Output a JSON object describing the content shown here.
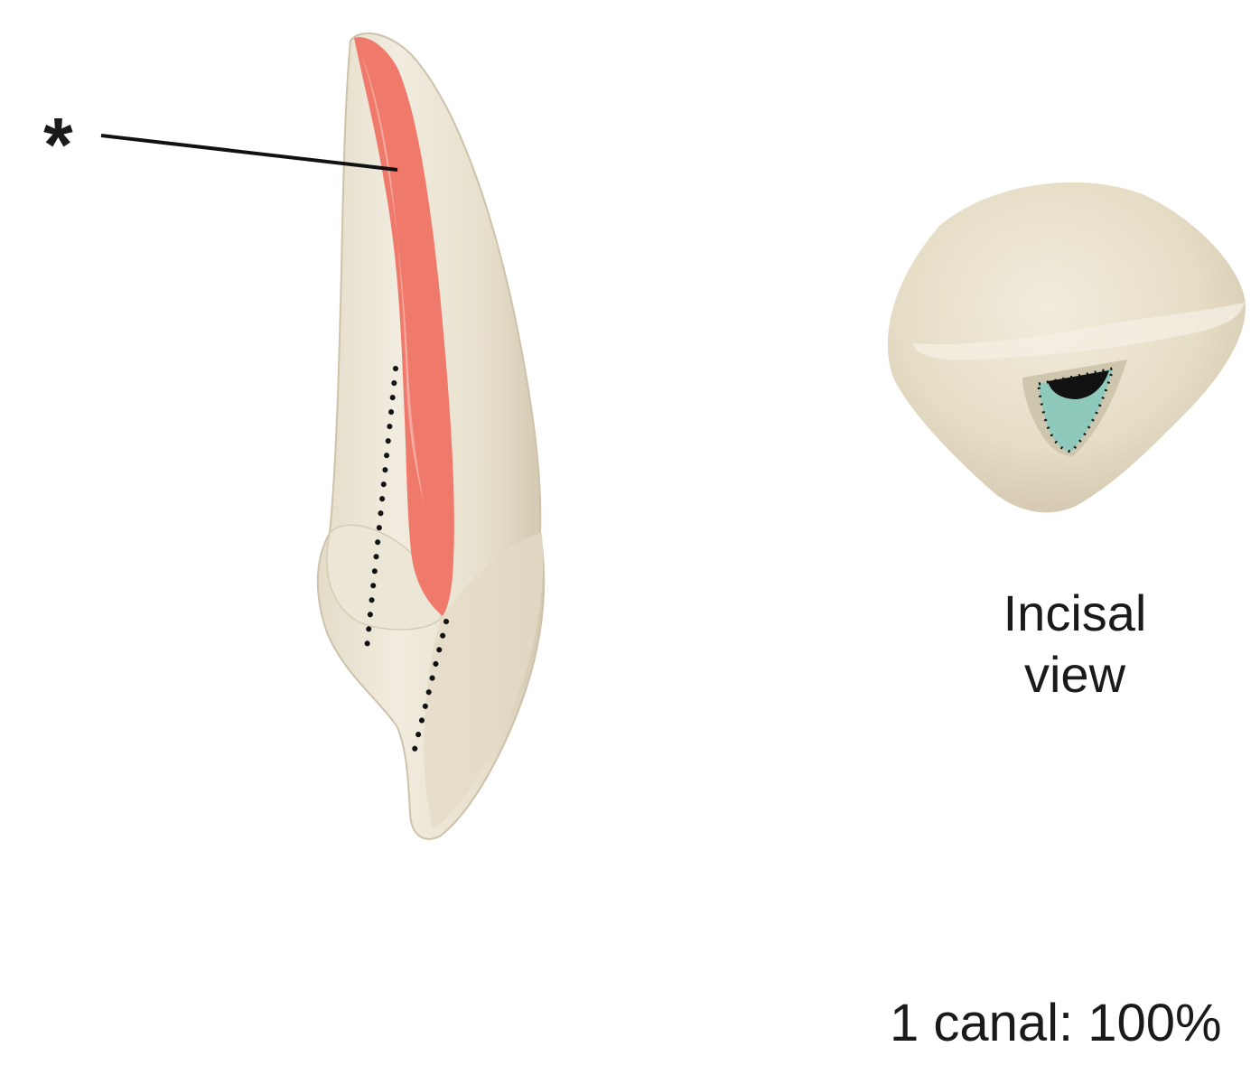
{
  "labels": {
    "asterisk": "*",
    "view_line1": "Incisal",
    "view_line2": "view",
    "canal_stat": "1 canal: 100%"
  },
  "colors": {
    "tooth": "#e9e3d3",
    "tooth_shadow": "#d2c8b2",
    "pulp": "#ef7a6c",
    "pulp_highlight": "#f6b3a8",
    "access_cavity": "#8fc9bb",
    "canal_opening": "#111111",
    "leader_line": "#111111"
  },
  "icons": {
    "tooth_side": "tooth-lateral-view-illustration",
    "tooth_incisal": "tooth-incisal-view-illustration"
  }
}
